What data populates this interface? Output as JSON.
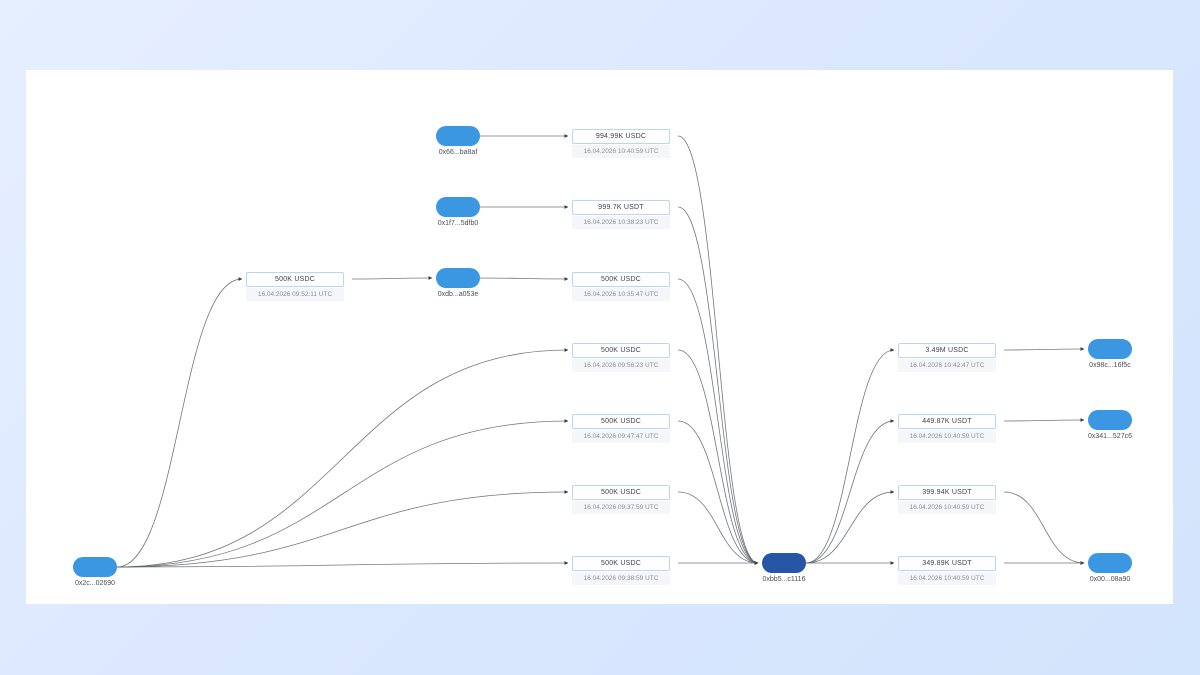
{
  "colors": {
    "node": "#3c97e2",
    "hub": "#2755a5",
    "edge": "#5b5f66",
    "tx_border": "#b8d7f3"
  },
  "nodes": [
    {
      "id": "n1",
      "label": "0x2c...02690"
    },
    {
      "id": "n2",
      "label": "0x66...ba8af"
    },
    {
      "id": "n3",
      "label": "0x1f7...5dfb0"
    },
    {
      "id": "n4",
      "label": "0xdb...a053e"
    },
    {
      "id": "n5",
      "label": "0xbb5...c1116",
      "hub": true
    },
    {
      "id": "n6",
      "label": "0x98c...16f5c"
    },
    {
      "id": "n7",
      "label": "0x341...527c6"
    },
    {
      "id": "n8",
      "label": "0x00...08a90"
    }
  ],
  "transactions": [
    {
      "id": "t1",
      "amount": "500K USDC",
      "time": "16.04.2026 09:52:11 UTC",
      "from": "n1",
      "to": "n4"
    },
    {
      "id": "t2",
      "amount": "994.99K USDC",
      "time": "16.04.2026 10:40:59 UTC",
      "from": "n2",
      "to": "n5"
    },
    {
      "id": "t3",
      "amount": "999.7K USDT",
      "time": "16.04.2026 10:38:23 UTC",
      "from": "n3",
      "to": "n5"
    },
    {
      "id": "t4",
      "amount": "500K USDC",
      "time": "16.04.2026 10:35:47 UTC",
      "from": "n4",
      "to": "n5"
    },
    {
      "id": "t5",
      "amount": "500K USDC",
      "time": "16.04.2026 09:56:23 UTC",
      "from": "n1",
      "to": "n5"
    },
    {
      "id": "t6",
      "amount": "500K USDC",
      "time": "16.04.2026 09:47:47 UTC",
      "from": "n1",
      "to": "n5"
    },
    {
      "id": "t7",
      "amount": "500K USDC",
      "time": "16.04.2026 09:37:59 UTC",
      "from": "n1",
      "to": "n5"
    },
    {
      "id": "t8",
      "amount": "500K USDC",
      "time": "16.04.2026 09:38:59 UTC",
      "from": "n1",
      "to": "n5"
    },
    {
      "id": "t9",
      "amount": "3.49M USDC",
      "time": "16.04.2026 10:42:47 UTC",
      "from": "n5",
      "to": "n6"
    },
    {
      "id": "t10",
      "amount": "449.87K USDT",
      "time": "16.04.2026 10:40:59 UTC",
      "from": "n5",
      "to": "n7"
    },
    {
      "id": "t11",
      "amount": "399.94K USDT",
      "time": "16.04.2026 10:40:59 UTC",
      "from": "n5",
      "to": "n8"
    },
    {
      "id": "t12",
      "amount": "349.89K USDT",
      "time": "16.04.2026 10:40:59 UTC",
      "from": "n5",
      "to": "n8"
    }
  ]
}
